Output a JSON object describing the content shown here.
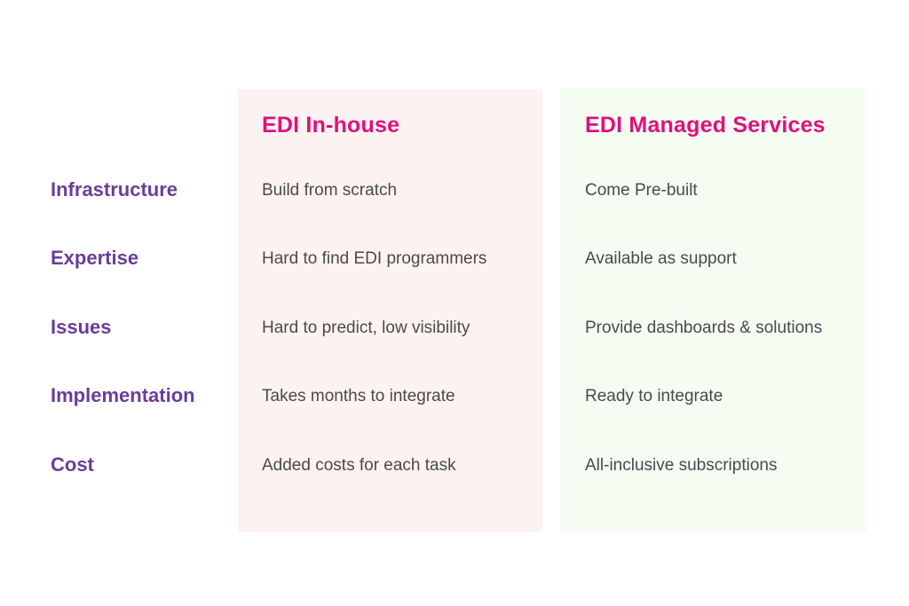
{
  "colors": {
    "title_accent": "#e0107a",
    "row_label": "#6a3d9a",
    "cell_text": "#4a4a4a",
    "inhouse_bg": "#fdf2f2",
    "managed_bg": "#f5fdf3"
  },
  "columns": [
    {
      "title": "EDI In-house"
    },
    {
      "title": "EDI Managed Services"
    }
  ],
  "rows": [
    {
      "label": "Infrastructure",
      "inhouse": "Build from scratch",
      "managed": "Come Pre-built"
    },
    {
      "label": "Expertise",
      "inhouse": "Hard to find EDI programmers",
      "managed": "Available as support"
    },
    {
      "label": "Issues",
      "inhouse": "Hard to predict, low visibility",
      "managed": "Provide dashboards & solutions"
    },
    {
      "label": "Implementation",
      "inhouse": "Takes months to integrate",
      "managed": "Ready to integrate"
    },
    {
      "label": "Cost",
      "inhouse": "Added costs for each task",
      "managed": "All-inclusive subscriptions"
    }
  ]
}
